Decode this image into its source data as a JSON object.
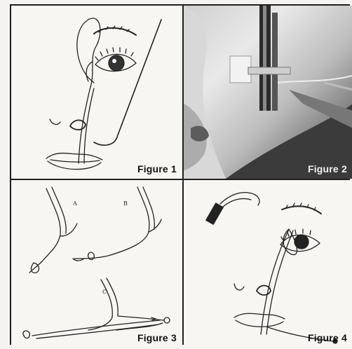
{
  "figures": [
    {
      "id": "figure-1",
      "caption": "Figure 1"
    },
    {
      "id": "figure-2",
      "caption": "Figure 2"
    },
    {
      "id": "figure-3",
      "caption": "Figure 3",
      "sublabels": [
        "A",
        "B",
        "C"
      ]
    },
    {
      "id": "figure-4",
      "caption": "Figure 4"
    }
  ],
  "colors": {
    "border": "#1f1f1f",
    "paper": "#f7f6f3",
    "ink": "#111111"
  }
}
